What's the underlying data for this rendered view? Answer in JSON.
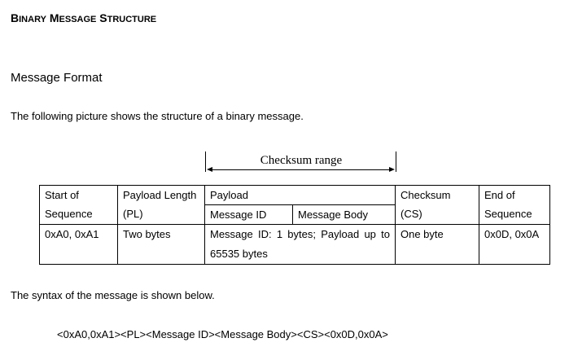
{
  "header": {
    "title_first_initial": "B",
    "title_first_rest": "INARY",
    "title_second_initial": "M",
    "title_second_rest": "ESSAGE",
    "title_third_initial": "S",
    "title_third_rest": "TRUCTURE"
  },
  "section": {
    "subheading": "Message Format",
    "intro": "The following picture shows the structure of a binary message."
  },
  "diagram": {
    "range_label": "Checksum range"
  },
  "table": {
    "col1": {
      "head_line1": "Start of",
      "head_line2": "Sequence",
      "value": "0xA0, 0xA1"
    },
    "col2": {
      "head_line1": "Payload Length",
      "head_line2": "(PL)",
      "value": "Two bytes"
    },
    "col3": {
      "head": "Payload",
      "sub1": "Message ID",
      "sub2": "Message Body",
      "value_line1": "Message ID: 1 bytes; Payload up to",
      "value_line2": "65535 bytes"
    },
    "col4": {
      "head_line1": "Checksum",
      "head_line2": "(CS)",
      "value": "One byte"
    },
    "col5": {
      "head_line1": "End of",
      "head_line2": "Sequence",
      "value": "0x0D, 0x0A"
    }
  },
  "syntax": {
    "intro": "The syntax of the message is shown below.",
    "line": "<0xA0,0xA1><PL><Message ID><Message Body><CS><0x0D,0x0A>"
  }
}
